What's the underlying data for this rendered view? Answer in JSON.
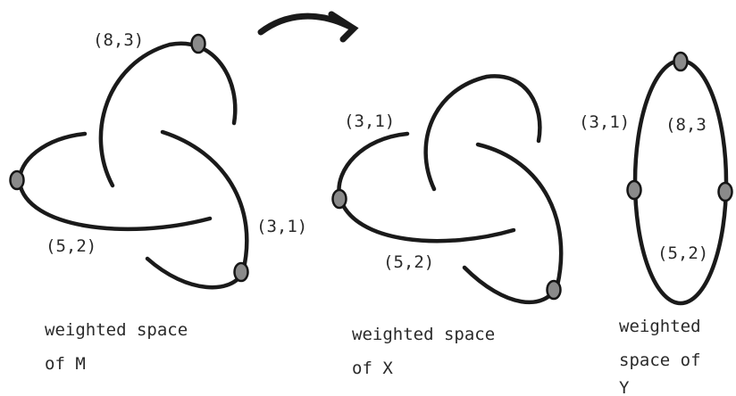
{
  "figure_m": {
    "labels": {
      "top": "(8,3)",
      "right": "(3,1)",
      "bottom": "(5,2)"
    },
    "caption": [
      "weighted space",
      "of M"
    ]
  },
  "figure_x": {
    "labels": {
      "top": "(3,1)",
      "bottom": "(5,2)"
    },
    "caption": [
      "weighted space",
      "of X"
    ]
  },
  "figure_y": {
    "labels": {
      "left": "(3,1)",
      "right": "(8,3",
      "bottom": "(5,2)"
    },
    "caption": [
      "weighted",
      "space of",
      "Y"
    ]
  },
  "icons": [
    "curved-arrow-icon"
  ]
}
